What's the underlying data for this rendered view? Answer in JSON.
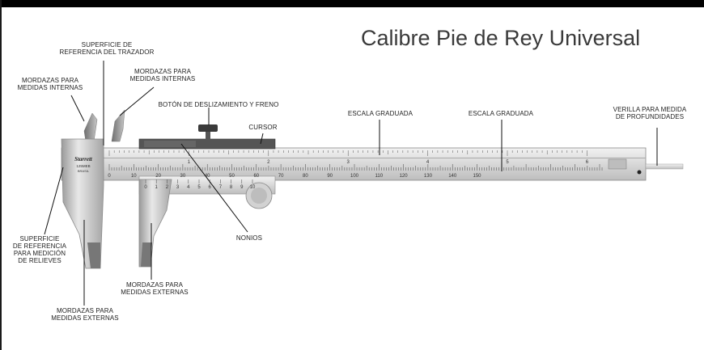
{
  "title": "Calibre Pie de Rey Universal",
  "labels": {
    "superficie_trazador": "SUPERFICIE DE\nREFERENCIA DEL TRAZADOR",
    "mordazas_internas_left": "MORDAZAS PARA\nMEDIDAS INTERNAS",
    "mordazas_internas_right": "MORDAZAS PARA\nMEDIDAS INTERNAS",
    "boton": "BOTÓN DE DESLIZAMIENTO Y FRENO",
    "cursor": "CURSOR",
    "escala_1": "ESCALA GRADUADA",
    "escala_2": "ESCALA GRADUADA",
    "verilla": "VERILLA PARA MEDIDA\nDE PROFUNDIDADES",
    "superficie_relieves": "SUPERFICIE\nDE REFERENCIA\nPARA MEDICIÓN\nDE RELIEVES",
    "nonios": "NONIOS",
    "mordazas_externas_mid": "MORDAZAS PARA\nMEDIDAS EXTERNAS",
    "mordazas_externas_bottom": "MORDAZAS PARA\nMEDIDAS EXTERNAS"
  },
  "instrument": {
    "brand": "Starrett",
    "model": "125MEB",
    "origin": "BRASIL",
    "mm_scale": [
      "0",
      "10",
      "20",
      "30",
      "40",
      "50",
      "60",
      "70",
      "80",
      "90",
      "100",
      "110",
      "120",
      "130",
      "140",
      "150"
    ],
    "inch_scale": [
      "1",
      "2",
      "3",
      "4",
      "5",
      "6"
    ],
    "vernier_scale": [
      "0",
      "1",
      "2",
      "3",
      "4",
      "5",
      "6",
      "7",
      "8",
      "9",
      "10"
    ]
  },
  "colors": {
    "steel_light": "#e4e4e4",
    "steel_mid": "#c9c9c9",
    "steel_dark": "#8f8f8f",
    "leader": "#111111"
  }
}
